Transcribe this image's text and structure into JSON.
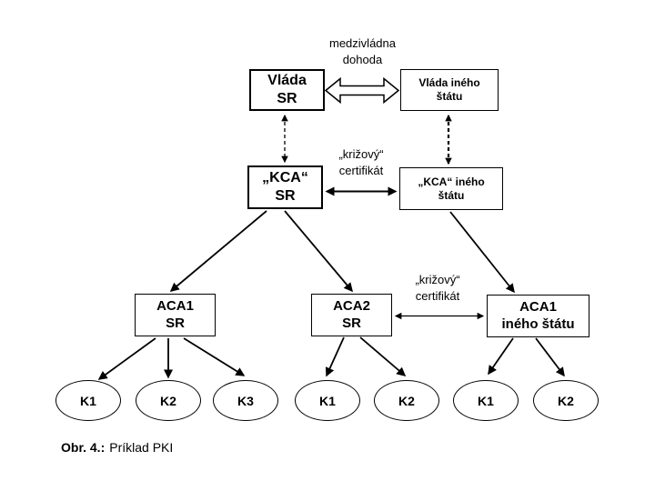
{
  "agreement_label": {
    "line1": "medzivládna",
    "line2": "dohoda"
  },
  "cross_certificate_top": {
    "line1": "„križový“",
    "line2": "certifikát"
  },
  "cross_certificate_aca": {
    "line1": "„križový“",
    "line2": "certifikát"
  },
  "nodes": {
    "vlada_sr": {
      "line1": "Vláda",
      "line2": "SR"
    },
    "vlada_ineho_statu": {
      "line1": "Vláda iného",
      "line2": "štátu"
    },
    "kca_sr": {
      "line1": "„KCA“",
      "line2": "SR"
    },
    "kca_ineho_statu": {
      "line1": "„KCA“ iného",
      "line2": "štátu"
    },
    "aca1_sr": {
      "line1": "ACA1",
      "line2": "SR"
    },
    "aca2_sr": {
      "line1": "ACA2",
      "line2": "SR"
    },
    "aca1_ineho_statu": {
      "line1": "ACA1",
      "line2": "iného štátu"
    }
  },
  "leaves": {
    "aca1_sr": [
      "K1",
      "K2",
      "K3"
    ],
    "aca2_sr": [
      "K1",
      "K2"
    ],
    "aca1_ineho_statu": [
      "K1",
      "K2"
    ]
  },
  "caption": {
    "figure_label": "Obr. 4.:",
    "figure_title": "Príklad PKI"
  },
  "colors": {
    "line": "#000000",
    "background": "#ffffff",
    "text": "#000000"
  }
}
